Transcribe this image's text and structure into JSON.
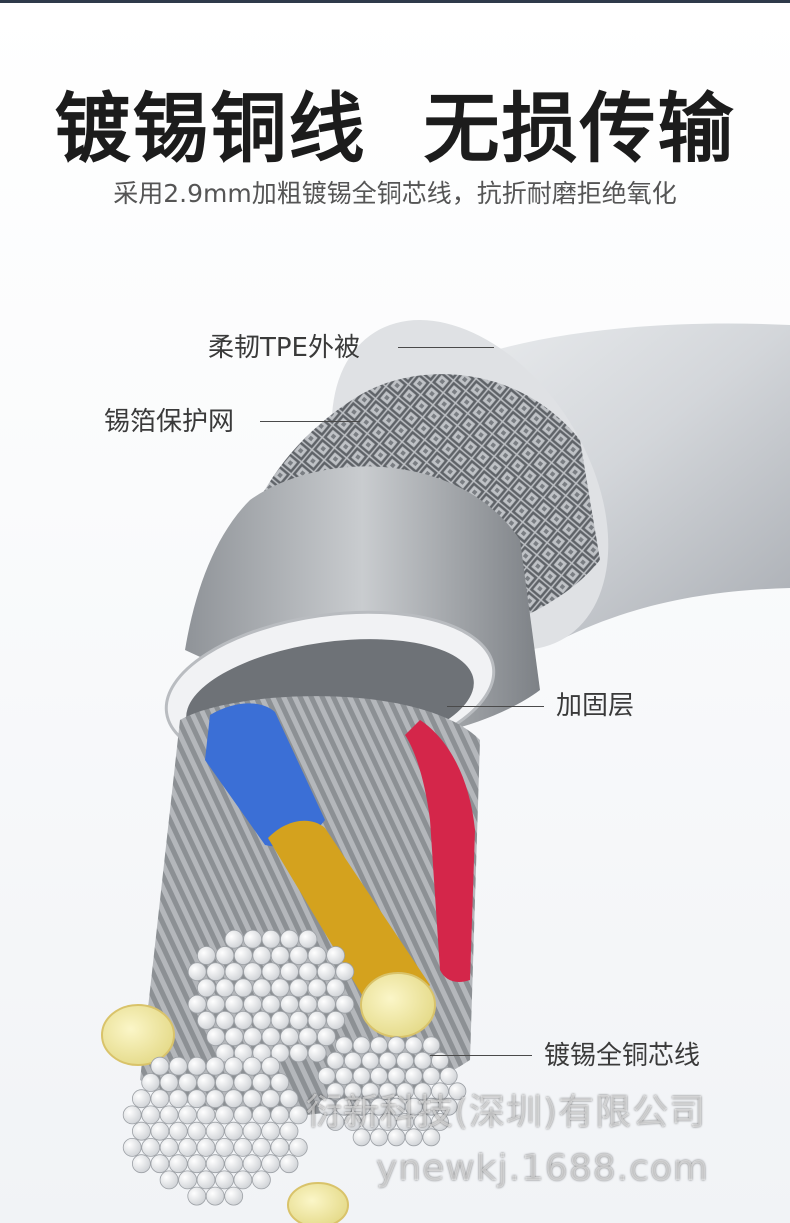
{
  "header": {
    "title": "镀锡铜线  无损传输",
    "subtitle": "采用2.9mm加粗镀锡全铜芯线，抗折耐磨拒绝氧化"
  },
  "callouts": {
    "outer_jacket": "柔韧TPE外被",
    "foil_mesh": "锡箔保护网",
    "reinforcement": "加固层",
    "copper_core": "镀锡全铜芯线"
  },
  "watermark": {
    "company": "衍新科技(深圳)有限公司",
    "site": "ynewkj.1688.com"
  },
  "colors": {
    "jacket": "#d6d8db",
    "blue_wire": "#3b6fd6",
    "red_wire": "#d4264a",
    "gold_wire": "#d4a21e",
    "strand": "#9a9da1"
  }
}
